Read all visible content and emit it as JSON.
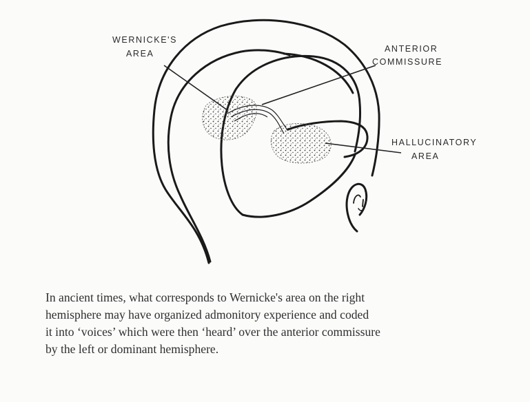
{
  "diagram": {
    "labels": {
      "wernicke_line1": "WERNICKE'S",
      "wernicke_line2": "AREA",
      "anterior_line1": "ANTERIOR",
      "anterior_line2": "COMMISSURE",
      "hallucinatory_line1": "HALLUCINATORY",
      "hallucinatory_line2": "AREA"
    }
  },
  "caption": {
    "lines": [
      "In ancient times, what corresponds to Wernicke's area on the right",
      "hemisphere may have organized admonitory experience and coded",
      "it into ‘voices’ which were then ‘heard’ over the anterior commissure",
      "by the left or dominant hemisphere."
    ]
  }
}
